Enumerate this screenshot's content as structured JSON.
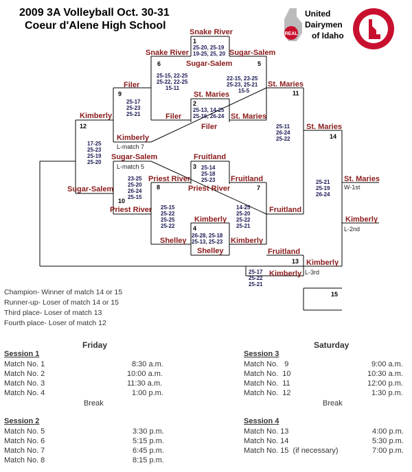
{
  "title": {
    "line1": "2009 3A Volleyball Oct. 30-31",
    "line2": "Coeur d'Alene High School"
  },
  "logos": {
    "dairy_line1": "United",
    "dairy_line2": "Dairymen",
    "dairy_line3": "of Idaho",
    "dairy_badge": "REAL",
    "idaho_seal": "Idaho High School Activities Association"
  },
  "matches": {
    "m1": {
      "num": "1",
      "top": "Snake River",
      "bottom": "Sugar-Salem",
      "scores": [
        "25-20, 25-19",
        "19-25, 25, 20"
      ]
    },
    "m2": {
      "num": "2",
      "top": "St. Maries",
      "bottom": "Filer",
      "scores": [
        "25-13, 14-25",
        "25-16, 26-24"
      ]
    },
    "m3": {
      "num": "3",
      "top": "Fruitland",
      "bottom": "Priest River",
      "scores": [
        "25-14",
        "25-18",
        "25-23"
      ]
    },
    "m4": {
      "num": "4",
      "top": "Kimberly",
      "bottom": "Shelley",
      "scores": [
        "26-28, 25-18",
        "25-13, 25-23"
      ]
    },
    "m5": {
      "num": "5",
      "top": "Sugar-Salem",
      "bottom": "St. Maries"
    },
    "m6": {
      "num": "6",
      "top": "Snake River",
      "bottom": "Filer",
      "scores": [
        "25-15, 22-25",
        "25-22, 22-25",
        "15-11"
      ]
    },
    "m7": {
      "num": "7",
      "top": "Fruitland",
      "bottom": "Kimberly"
    },
    "m8": {
      "num": "8",
      "top": "Priest River",
      "bottom": "Shelley",
      "scores": [
        "25-15",
        "25-22",
        "25-25",
        "25-22"
      ]
    },
    "m9": {
      "num": "9",
      "top": "Filer",
      "bottom": "Kimberly",
      "scores": [
        "25-17",
        "25-23",
        "25-21"
      ]
    },
    "m10": {
      "num": "10",
      "top": "Sugar-Salem",
      "bottom": "Priest River",
      "scores": [
        "23-25",
        "25-20",
        "26-24",
        "25-15"
      ]
    },
    "m11": {
      "num": "11",
      "top": "St. Maries",
      "bottom": "Fruitland",
      "scores": [
        "25-11",
        "26-24",
        "25-22"
      ]
    },
    "m12": {
      "num": "12",
      "top": "Kimberly",
      "bottom": "Sugar-Salem",
      "scores": [
        "17-25",
        "25-23",
        "25-19",
        "25-20"
      ]
    },
    "m13": {
      "num": "13",
      "top": "Fruitland",
      "bottom": "Kimberly",
      "scores": [
        "25-17",
        "25-22",
        "25-21"
      ]
    },
    "m14": {
      "num": "14",
      "top": "St. Maries",
      "bottom": "Kimberly",
      "scores": [
        "25-21",
        "25-19",
        "26-24"
      ]
    },
    "m15": {
      "num": "15"
    },
    "m5_scores": [
      "22-15, 23-25",
      "25-23, 25-21",
      "15-5"
    ],
    "m7_scores": [
      "14-25",
      "25-20",
      "25-22",
      "25-21"
    ]
  },
  "notes": {
    "l7": "L-match 7",
    "l5": "L-match 5",
    "champ": "St. Maries",
    "w1": "W-1st",
    "second": "Kimberly",
    "l2": "L-2nd",
    "l3": "L-3rd"
  },
  "info": [
    "Champion- Winner of match 14 or 15",
    "Runner-up- Loser of match 14 or 15",
    "Third place- Loser of match 13",
    "Fourth place- Loser of match 12"
  ],
  "schedule": {
    "friday": {
      "day": "Friday",
      "session1": {
        "title": "Session 1",
        "rows": [
          {
            "m": "Match No. 1",
            "t": "8:30 a.m."
          },
          {
            "m": "Match No. 2",
            "t": "10:00 a.m."
          },
          {
            "m": "Match No. 3",
            "t": "11:30 a.m."
          },
          {
            "m": "Match No. 4",
            "t": "1:00 p.m."
          }
        ]
      },
      "break": "Break",
      "session2": {
        "title": "Session 2",
        "rows": [
          {
            "m": "Match No. 5",
            "t": "3:30 p.m."
          },
          {
            "m": "Match No. 6",
            "t": "5:15 p.m."
          },
          {
            "m": "Match No. 7",
            "t": "6:45 p.m."
          },
          {
            "m": "Match No. 8",
            "t": "8:15 p.m."
          }
        ]
      }
    },
    "saturday": {
      "day": "Saturday",
      "session3": {
        "title": "Session 3",
        "rows": [
          {
            "m": "Match No.   9",
            "t": "9:00 a.m."
          },
          {
            "m": "Match No.  10",
            "t": "10:30 a.m."
          },
          {
            "m": "Match No.  11",
            "t": "12:00 p.m."
          },
          {
            "m": "Match No.  12",
            "t": "1:30 p.m."
          }
        ]
      },
      "break": "Break",
      "session4": {
        "title": "Session 4",
        "rows": [
          {
            "m": "Match No. 13",
            "t": "4:00 p.m."
          },
          {
            "m": "Match No. 14",
            "t": "5:30 p.m."
          },
          {
            "m": "Match No. 15  (if necessary)",
            "t": "7:00 p.m."
          }
        ]
      }
    }
  }
}
